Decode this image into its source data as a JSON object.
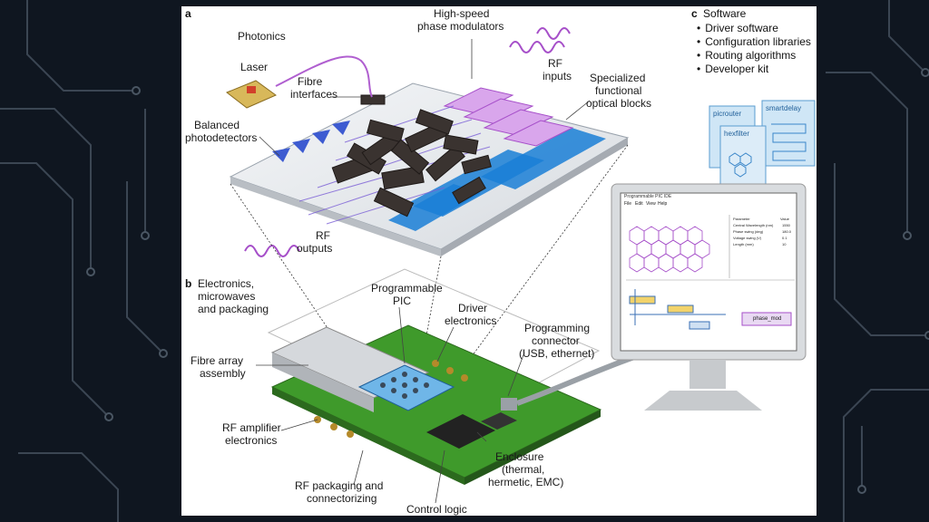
{
  "panel_a": {
    "label": "a",
    "photonics": "Photonics",
    "laser": "Laser",
    "fibre_interfaces": [
      "Fibre",
      "interfaces"
    ],
    "balanced_photodetectors": [
      "Balanced",
      "photodetectors"
    ],
    "high_speed_modulators": [
      "High-speed",
      "phase modulators"
    ],
    "rf_inputs": [
      "RF",
      "inputs"
    ],
    "specialized_blocks": [
      "Specialized",
      "functional",
      "optical blocks"
    ],
    "rf_outputs": [
      "RF",
      "outputs"
    ]
  },
  "panel_b": {
    "label": "b",
    "electronics": [
      "Electronics,",
      "microwaves",
      "and packaging"
    ],
    "programmable_pic": [
      "Programmable",
      "PIC"
    ],
    "driver_electronics": [
      "Driver",
      "electronics"
    ],
    "programming_connector": [
      "Programming",
      "connector",
      "(USB, ethernet)"
    ],
    "fibre_array": [
      "Fibre array",
      "assembly"
    ],
    "rf_amplifier": [
      "RF amplifier",
      "electronics"
    ],
    "enclosure": [
      "Enclosure",
      "(thermal,",
      "hermetic, EMC)"
    ],
    "rf_packaging": [
      "RF packaging and",
      "connectorizing"
    ],
    "control_logic": "Control logic"
  },
  "panel_c": {
    "label": "c",
    "heading": "Software",
    "items": [
      "Driver software",
      "Configuration libraries",
      "Routing algorithms",
      "Developer kit"
    ],
    "cards": [
      "picrouter",
      "smartdelay",
      "hexfilter"
    ],
    "window_title": "Programmable PIC IDE",
    "menu": [
      "File",
      "Edit",
      "View",
      "Help"
    ],
    "param_header": [
      "Parameter",
      "Value"
    ],
    "params": [
      {
        "name": "Central Wavelength (nm)",
        "value": "1550"
      },
      {
        "name": "Phase swing (deg)",
        "value": "180.0"
      },
      {
        "name": "Voltage swing (V)",
        "value": "0.1"
      },
      {
        "name": "Length (mm)",
        "value": "10"
      }
    ],
    "component_label": "phase_mod"
  },
  "colors": {
    "page_bg": "#0f1620",
    "accent_purple": "#a64fc9",
    "accent_blue": "#1a7fd6",
    "pcb_green": "#3f9a2b"
  }
}
